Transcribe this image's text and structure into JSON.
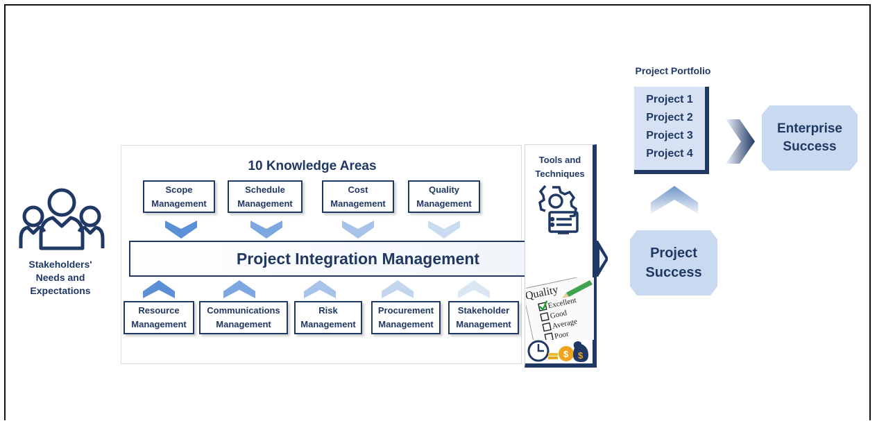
{
  "stakeholders": {
    "label": "Stakeholders'\nNeeds and\nExpectations",
    "icon": "people-group-icon"
  },
  "knowledge_areas": {
    "title": "10 Knowledge Areas",
    "top": [
      "Scope\nManagement",
      "Schedule\nManagement",
      "Cost\nManagement",
      "Quality\nManagement"
    ],
    "bottom": [
      "Resource\nManagement",
      "Communications\nManagement",
      "Risk\nManagement",
      "Procurement\nManagement",
      "Stakeholder\nManagement"
    ]
  },
  "integration": {
    "label": "Project Integration Management"
  },
  "tools": {
    "title": "Tools and\nTechniques",
    "icons": [
      "gear-document-icon",
      "quality-checklist-icon",
      "clock-money-icon"
    ],
    "checklist": {
      "heading": "Quality",
      "items": [
        "Excellent",
        "Good",
        "Average",
        "Poor"
      ]
    }
  },
  "project_success": {
    "label": "Project\nSuccess"
  },
  "portfolio": {
    "title": "Project Portfolio",
    "projects": [
      "Project 1",
      "Project 2",
      "Project 3",
      "Project 4"
    ]
  },
  "enterprise": {
    "label": "Enterprise\nSuccess"
  },
  "colors": {
    "navy": "#1f3864",
    "light_blue": "#c9d9ef",
    "chevron_top": "#5b8fd6",
    "chevron_bottom": "#dbe6f5"
  }
}
